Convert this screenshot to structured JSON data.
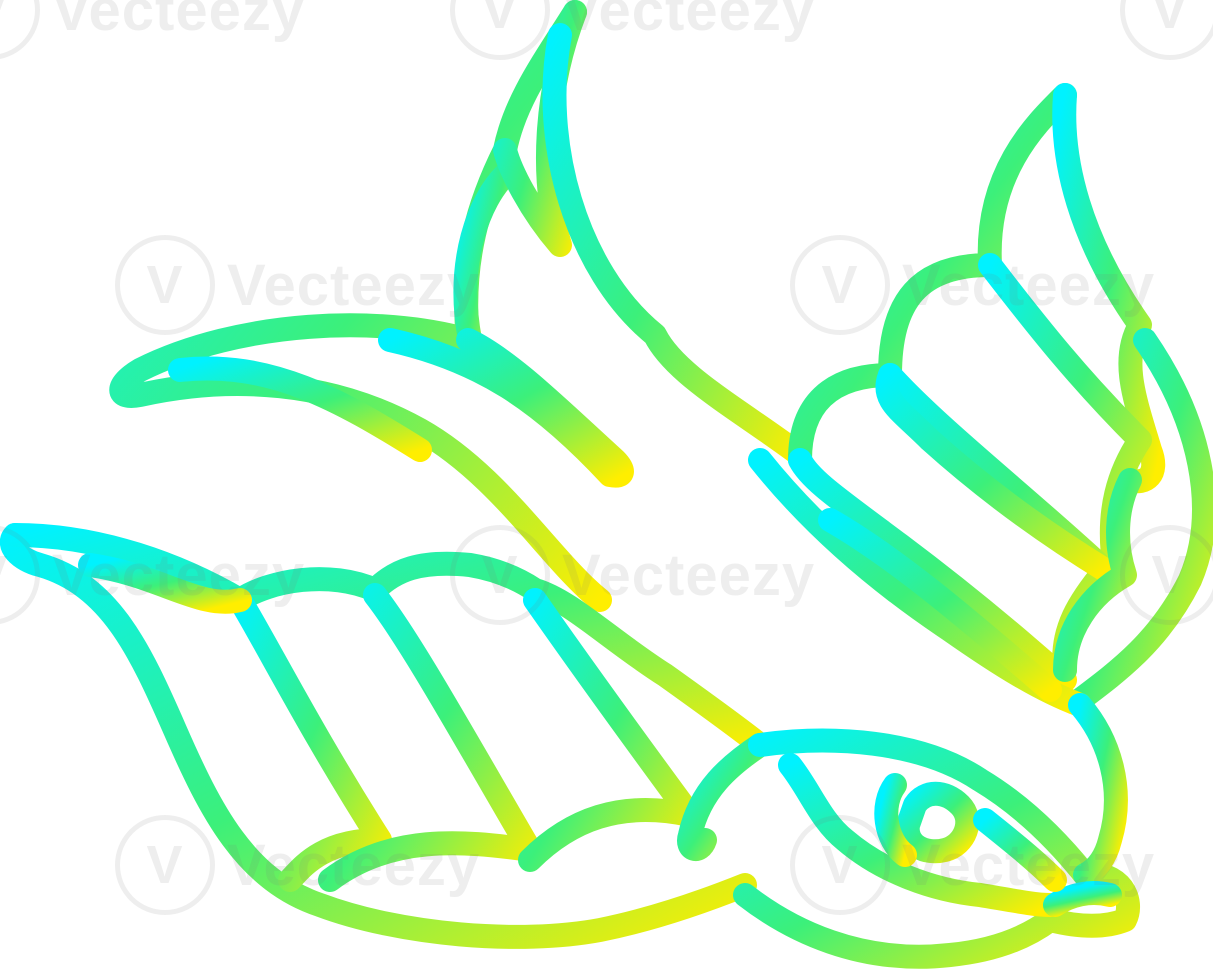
{
  "image": {
    "subject": "swallow-line-drawing",
    "style": "single-stroke outline with cyan-to-yellow gradient",
    "colors": {
      "gradient_start": "#00f2ff",
      "gradient_mid": "#3cf07a",
      "gradient_end": "#ffee00",
      "background": "#ffffff"
    }
  },
  "watermark": {
    "text": "Vecteezy",
    "logo_glyph": "V"
  }
}
